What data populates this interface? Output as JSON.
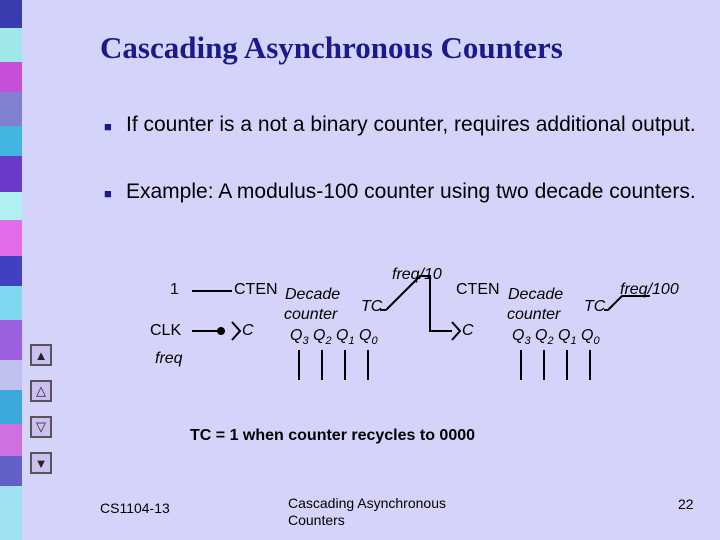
{
  "slide": {
    "title": "Cascading Asynchronous Counters",
    "bullets": [
      "If counter is a not a binary counter, requires additional output.",
      "Example: A modulus-100 counter using two decade counters."
    ],
    "bullet_icon": "square-bullet-icon"
  },
  "diagram": {
    "input_one": "1",
    "input_clk": "CLK",
    "input_freq": "freq",
    "counter1": {
      "cten": "CTEN",
      "name": "Decade",
      "sub": "counter",
      "tc": "TC",
      "c": "C",
      "q": [
        "Q3",
        "Q2",
        "Q1",
        "Q0"
      ]
    },
    "counter2": {
      "cten": "CTEN",
      "name": "Decade",
      "sub": "counter",
      "tc": "TC",
      "c": "C",
      "q": [
        "Q3",
        "Q2",
        "Q1",
        "Q0"
      ]
    },
    "mid_label": "freq/10",
    "out_label": "freq/100",
    "note": "TC = 1 when counter recycles to 0000"
  },
  "nav": [
    "first-slide-icon",
    "previous-slide-icon",
    "next-slide-icon",
    "last-slide-icon"
  ],
  "footer": {
    "course": "CS1104-13",
    "topic": "Cascading Asynchronous Counters",
    "page": "22"
  },
  "colors": {
    "background": "#d4d4fa",
    "title": "#1a1a8a"
  }
}
